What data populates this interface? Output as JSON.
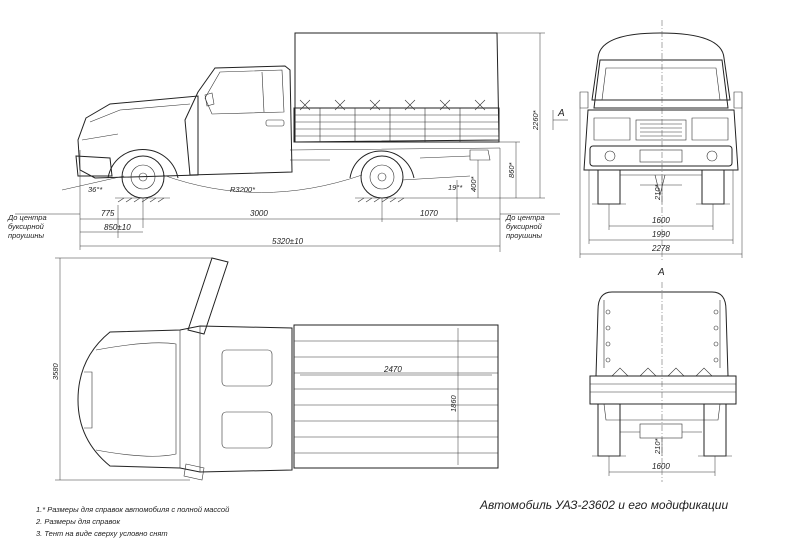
{
  "title": "Автомобиль УАЗ-23602 и его модификации",
  "notes": [
    "1.* Размеры для справок автомобиля с полной массой",
    "2. Размеры для справок",
    "3. Тент на виде сверху условно снят"
  ],
  "side_view": {
    "tow_left": [
      "До центра",
      "буксирной",
      "проушины"
    ],
    "tow_right": [
      "До центра",
      "буксирной",
      "проушины"
    ],
    "dim_front_overhang": "775",
    "dim_wheelbase": "3000",
    "dim_rear_overhang": "1070",
    "dim_front_to_axle": "850±10",
    "dim_overall_length": "5320±10",
    "dim_height": "2260*",
    "dim_platform_height": "860*",
    "dim_radius": "R3200*",
    "dim_front_angle": "36°*",
    "dim_rear_angle": "19°*",
    "dim_rear_clearance": "400*",
    "section_label": "A"
  },
  "front_view": {
    "dim_track": "1600",
    "dim_width_mirrors": "1990",
    "dim_width_overall": "2278",
    "dim_clearance": "210*",
    "section_label": "A"
  },
  "top_view": {
    "dim_width": "3580",
    "dim_platform_length": "2470",
    "dim_platform_width": "1860"
  },
  "rear_view": {
    "dim_track": "1600",
    "dim_clearance": "210*"
  }
}
